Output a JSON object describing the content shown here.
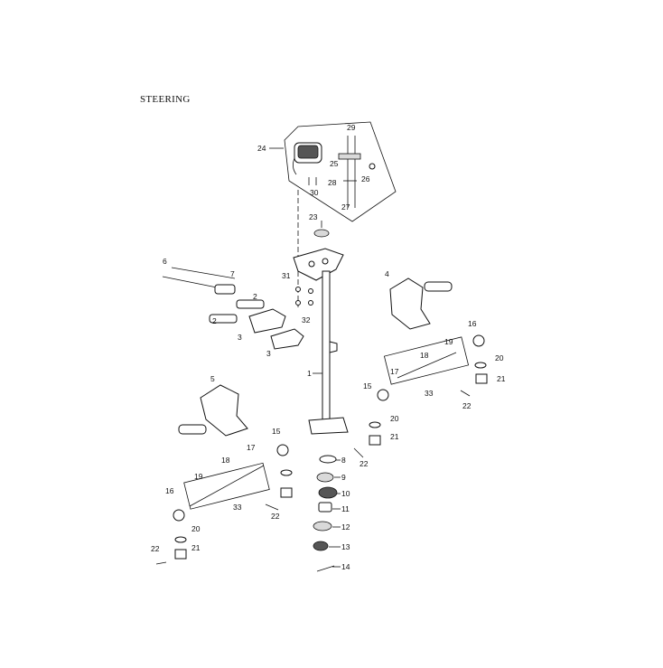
{
  "title": "STEERING",
  "callouts": [
    "1",
    "2",
    "2",
    "3",
    "3",
    "4",
    "5",
    "6",
    "7",
    "8",
    "9",
    "10",
    "11",
    "12",
    "13",
    "14",
    "15",
    "15",
    "16",
    "16",
    "17",
    "17",
    "18",
    "18",
    "19",
    "19",
    "20",
    "20",
    "20",
    "21",
    "21",
    "21",
    "22",
    "22",
    "22",
    "22",
    "23",
    "24",
    "25",
    "26",
    "27",
    "28",
    "29",
    "30",
    "31",
    "32",
    "33",
    "33"
  ]
}
